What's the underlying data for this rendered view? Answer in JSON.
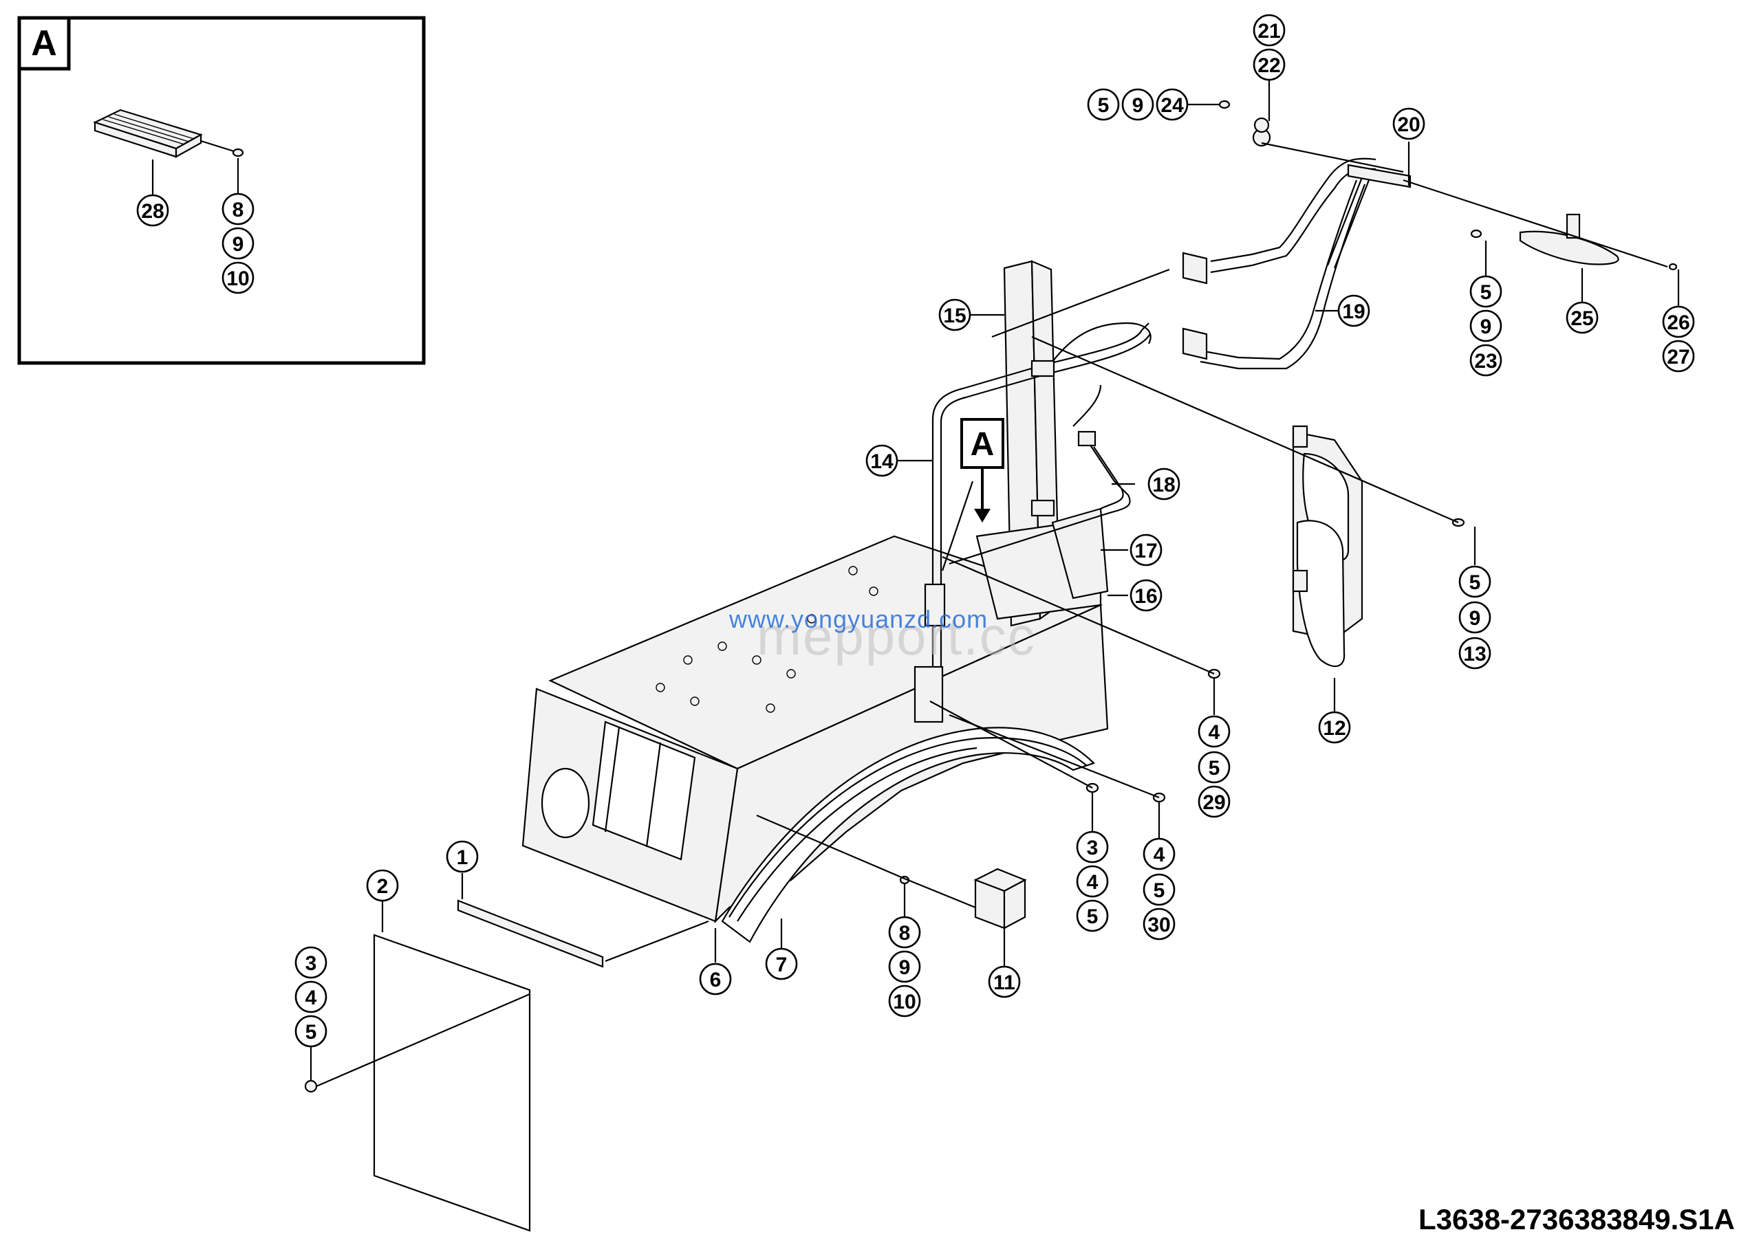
{
  "detail_view": {
    "letter": "A",
    "callouts": [
      "28",
      "8",
      "9",
      "10"
    ]
  },
  "section_marker": {
    "letter": "A"
  },
  "callouts": [
    {
      "id": "c21",
      "label": "21"
    },
    {
      "id": "c22",
      "label": "22"
    },
    {
      "id": "c5a",
      "label": "5"
    },
    {
      "id": "c9a",
      "label": "9"
    },
    {
      "id": "c24",
      "label": "24"
    },
    {
      "id": "c20",
      "label": "20"
    },
    {
      "id": "c5b",
      "label": "5"
    },
    {
      "id": "c9b",
      "label": "9"
    },
    {
      "id": "c23",
      "label": "23"
    },
    {
      "id": "c25",
      "label": "25"
    },
    {
      "id": "c26",
      "label": "26"
    },
    {
      "id": "c27",
      "label": "27"
    },
    {
      "id": "c19",
      "label": "19"
    },
    {
      "id": "c15",
      "label": "15"
    },
    {
      "id": "c14",
      "label": "14"
    },
    {
      "id": "c18",
      "label": "18"
    },
    {
      "id": "c17",
      "label": "17"
    },
    {
      "id": "c16",
      "label": "16"
    },
    {
      "id": "c5c",
      "label": "5"
    },
    {
      "id": "c9c",
      "label": "9"
    },
    {
      "id": "c13",
      "label": "13"
    },
    {
      "id": "c12",
      "label": "12"
    },
    {
      "id": "c4a",
      "label": "4"
    },
    {
      "id": "c5d",
      "label": "5"
    },
    {
      "id": "c29",
      "label": "29"
    },
    {
      "id": "c3a",
      "label": "3"
    },
    {
      "id": "c4b",
      "label": "4"
    },
    {
      "id": "c5e",
      "label": "5"
    },
    {
      "id": "c4c",
      "label": "4"
    },
    {
      "id": "c5f",
      "label": "5"
    },
    {
      "id": "c30",
      "label": "30"
    },
    {
      "id": "c1",
      "label": "1"
    },
    {
      "id": "c2",
      "label": "2"
    },
    {
      "id": "c3b",
      "label": "3"
    },
    {
      "id": "c4d",
      "label": "4"
    },
    {
      "id": "c5g",
      "label": "5"
    },
    {
      "id": "c6",
      "label": "6"
    },
    {
      "id": "c7",
      "label": "7"
    },
    {
      "id": "c8",
      "label": "8"
    },
    {
      "id": "c9d",
      "label": "9"
    },
    {
      "id": "c10",
      "label": "10"
    },
    {
      "id": "c11",
      "label": "11"
    }
  ],
  "watermark": "www.yongyuanzd.com",
  "watermark_large": "mepport.cc",
  "drawing_id": "L3638-2736383849.S1A"
}
